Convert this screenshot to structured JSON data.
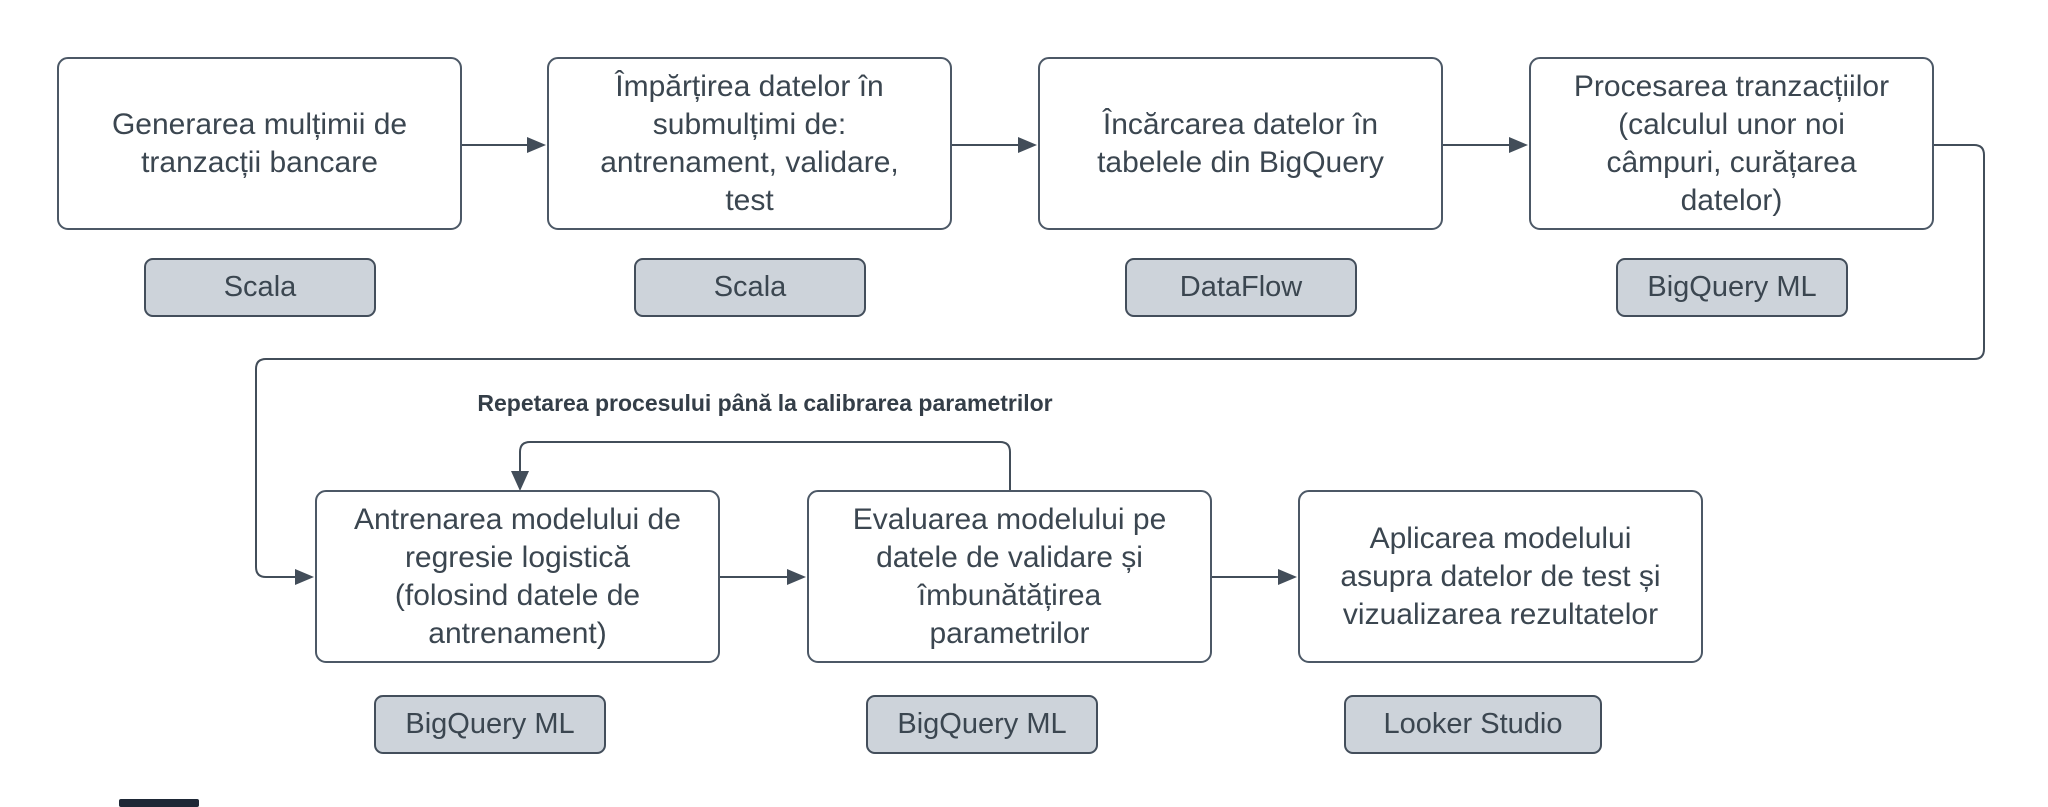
{
  "diagram": {
    "title_implicit": "",
    "loop_label": "Repetarea procesului până la calibrarea parametrilor",
    "colors": {
      "background": "#ffffff",
      "node_fill": "#ffffff",
      "node_border": "#4C5866",
      "text": "#3B4650",
      "badge_fill": "#CDD3DA",
      "badge_border": "#434E5B",
      "connector": "#424D59",
      "bottom_bar": "#1E2836"
    },
    "nodes": [
      {
        "id": "generate",
        "text": "Generarea mulțimii de\ntranzacții bancare",
        "tool": "Scala"
      },
      {
        "id": "split",
        "text": "Împărțirea datelor în\nsubmulțimi de:\nantrenament, validare,\ntest",
        "tool": "Scala"
      },
      {
        "id": "load",
        "text": "Încărcarea datelor în\ntabelele din BigQuery",
        "tool": "DataFlow"
      },
      {
        "id": "process",
        "text": "Procesarea tranzacțiilor\n(calculul unor noi\ncâmpuri, curățarea\ndatelor)",
        "tool": "BigQuery ML"
      },
      {
        "id": "train",
        "text": "Antrenarea modelului de\nregresie logistică\n(folosind datele de\nantrenament)",
        "tool": "BigQuery ML"
      },
      {
        "id": "evaluate",
        "text": "Evaluarea modelului pe\ndatele de validare și\nîmbunătățirea\nparametrilor",
        "tool": "BigQuery ML"
      },
      {
        "id": "apply",
        "text": "Aplicarea modelului\nasupra datelor de test și\nvizualizarea rezultatelor",
        "tool": "Looker Studio"
      }
    ],
    "edges": [
      {
        "from": "generate",
        "to": "split"
      },
      {
        "from": "split",
        "to": "load"
      },
      {
        "from": "load",
        "to": "process"
      },
      {
        "from": "process",
        "to": "train"
      },
      {
        "from": "train",
        "to": "evaluate"
      },
      {
        "from": "evaluate",
        "to": "apply"
      },
      {
        "from": "evaluate",
        "to": "train",
        "label": "Repetarea procesului până la calibrarea parametrilor"
      }
    ]
  }
}
